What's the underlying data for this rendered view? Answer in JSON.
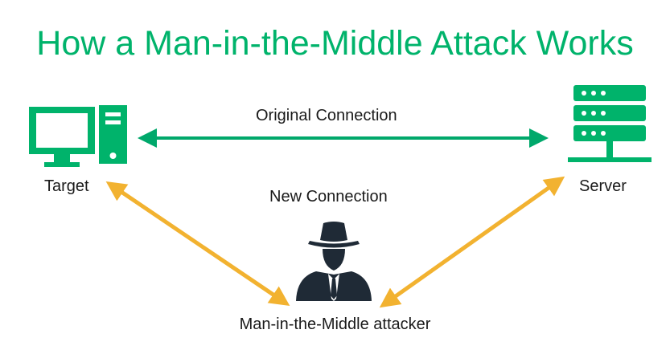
{
  "title": "How a Man-in-the-Middle Attack Works",
  "nodes": {
    "target": {
      "label": "Target",
      "icon": "desktop-computer-icon"
    },
    "server": {
      "label": "Server",
      "icon": "server-rack-icon"
    },
    "attacker": {
      "label": "Man-in-the-Middle attacker",
      "icon": "spy-hat-icon"
    }
  },
  "connections": {
    "original": {
      "label": "Original Connection"
    },
    "new": {
      "label": "New Connection"
    }
  },
  "colors": {
    "title": "#00b36b",
    "original_connection": "#00a86b",
    "new_connection": "#f2b230",
    "icon_green": "#00b36b",
    "icon_dark": "#1f2a36"
  }
}
